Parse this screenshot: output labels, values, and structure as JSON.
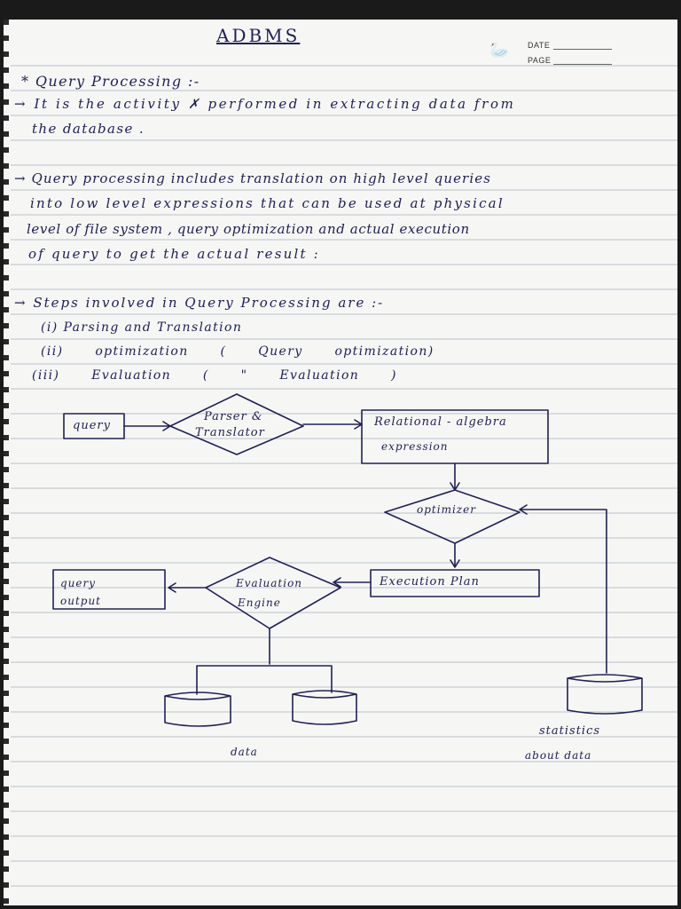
{
  "header": {
    "title": "ADBMS",
    "date_label": "DATE",
    "page_label": "PAGE",
    "logo_icon": "swan-logo-icon"
  },
  "notes": {
    "heading": "* Query Processing :-",
    "lines": [
      "→ It is the activity ✗ performed in extracting data from",
      "the database .",
      "→ Query processing includes translation on high level queries",
      "into low level expressions that can be used at physical",
      "level of file system , query optimization and actual execution",
      "of query to get the actual result :",
      "→ Steps involved in Query Processing are :-",
      "(i) Parsing and Translation",
      "(ii) optimization ( Query optimization)",
      "(iii) Evaluation ( \" Evaluation )"
    ]
  },
  "diagram": {
    "query": "query",
    "parser_line1": "Parser &",
    "parser_line2": "Translator",
    "ra_line1": "Relational - algebra",
    "ra_line2": "expression",
    "optimizer": "optimizer",
    "execution_plan": "Execution Plan",
    "eval_line1": "Evaluation",
    "eval_line2": "Engine",
    "output_line1": "query",
    "output_line2": "output",
    "data_label": "data",
    "stats_line1": "statistics",
    "stats_line2": "about data"
  },
  "colors": {
    "ink": "#20205a",
    "paper": "#f6f6f4",
    "rule": "#b9c2cc"
  }
}
